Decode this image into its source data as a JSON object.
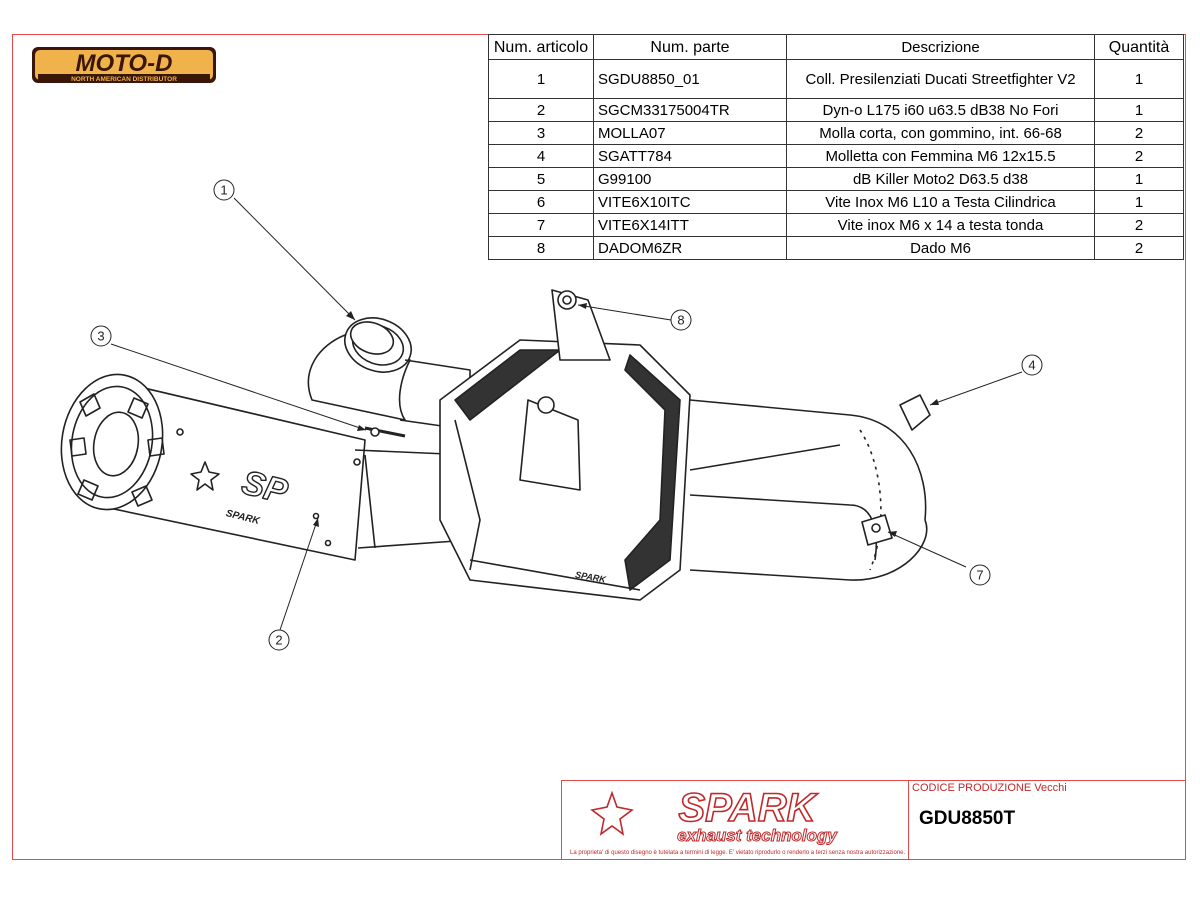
{
  "logo": {
    "brand": "MOTO-D",
    "tagline": "NORTH AMERICAN DISTRIBUTOR"
  },
  "table": {
    "headers": {
      "item": "Num. articolo",
      "part": "Num. parte",
      "description": "Descrizione",
      "quantity": "Quantità"
    },
    "rows": [
      {
        "item": "1",
        "part": "SGDU8850_01",
        "description": "Coll. Presilenziati Ducati Streetfighter V2",
        "quantity": "1"
      },
      {
        "item": "2",
        "part": "SGCM33175004TR",
        "description": "Dyn-o L175 i60 u63.5 dB38 No Fori",
        "quantity": "1"
      },
      {
        "item": "3",
        "part": "MOLLA07",
        "description": "Molla corta, con gommino, int. 66-68",
        "quantity": "2"
      },
      {
        "item": "4",
        "part": "SGATT784",
        "description": "Molletta con Femmina M6 12x15.5",
        "quantity": "2"
      },
      {
        "item": "5",
        "part": "G99100",
        "description": "dB Killer Moto2 D63.5 d38",
        "quantity": "1"
      },
      {
        "item": "6",
        "part": "VITE6X10ITC",
        "description": "Vite Inox M6 L10 a Testa Cilindrica",
        "quantity": "1"
      },
      {
        "item": "7",
        "part": "VITE6X14ITT",
        "description": "Vite inox M6 x 14 a testa tonda",
        "quantity": "2"
      },
      {
        "item": "8",
        "part": "DADOM6ZR",
        "description": "Dado M6",
        "quantity": "2"
      }
    ]
  },
  "callouts": [
    "1",
    "2",
    "3",
    "4",
    "7",
    "8"
  ],
  "drawing": {
    "muffler_logo": "SP",
    "muffler_brand": "SPARK",
    "collector_brand": "SPARK"
  },
  "title_block": {
    "brand": "SPARK",
    "tagline": "exhaust technology",
    "disclaimer": "La proprieta' di questo disegno è tutelata a termini di legge. E' vietato riprodurlo o renderlo a terzi senza nostra autorizzazione.",
    "production_label": "CODICE PRODUZIONE Vecchi",
    "production_code": "GDU8850T"
  },
  "colors": {
    "frame": "#e34a4a",
    "brand_red": "#c0282b",
    "logo_gold": "#d9a74a",
    "logo_dark": "#3a1608"
  }
}
